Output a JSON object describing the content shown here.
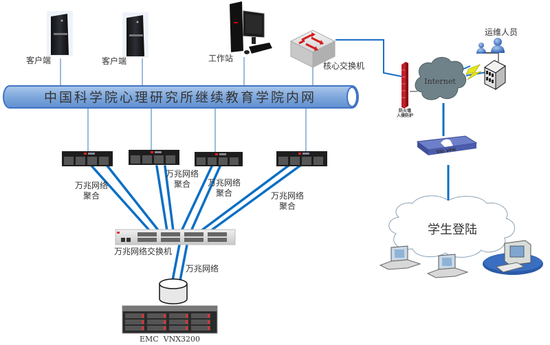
{
  "title": "中国科学院心理研究所继续教育学院内网",
  "colors": {
    "bus_fill": "#7fa8dc",
    "bus_stroke": "#3f74c4",
    "link_thin": "#7ba3cf",
    "link_thick": "#0b6fc4",
    "cloud_internet": "#6f8289",
    "cloud_student": "#ffffff",
    "firewall": "#c0202a",
    "vpn": "#4a5fb0"
  },
  "nodes": {
    "client_1": {
      "label": "客户端"
    },
    "client_2": {
      "label": "客户端"
    },
    "workstation": {
      "label": "工作站"
    },
    "core_switch": {
      "label": "核心交换机"
    },
    "firewall": {
      "label_line1": "防火墙",
      "label_line2": "入侵防护"
    },
    "internet": {
      "label": "Internet"
    },
    "ops_staff": {
      "label": "运维人员"
    },
    "ssl_vpn": {
      "label": "SSL VPN"
    },
    "student_login": {
      "label": "学生登陆"
    },
    "tenG_switch": {
      "label": "万兆网络交换机"
    },
    "storage": {
      "label": "EMC  VNX3200"
    }
  },
  "links": {
    "agg_1": {
      "line1": "万兆网络",
      "line2": "聚合"
    },
    "agg_2": {
      "line1": "万兆网络",
      "line2": "聚合"
    },
    "agg_3": {
      "line1": "万兆网络",
      "line2": "聚合"
    },
    "agg_4": {
      "line1": "万兆网络",
      "line2": "聚合"
    },
    "storage_link": {
      "label": "万兆网络"
    }
  }
}
